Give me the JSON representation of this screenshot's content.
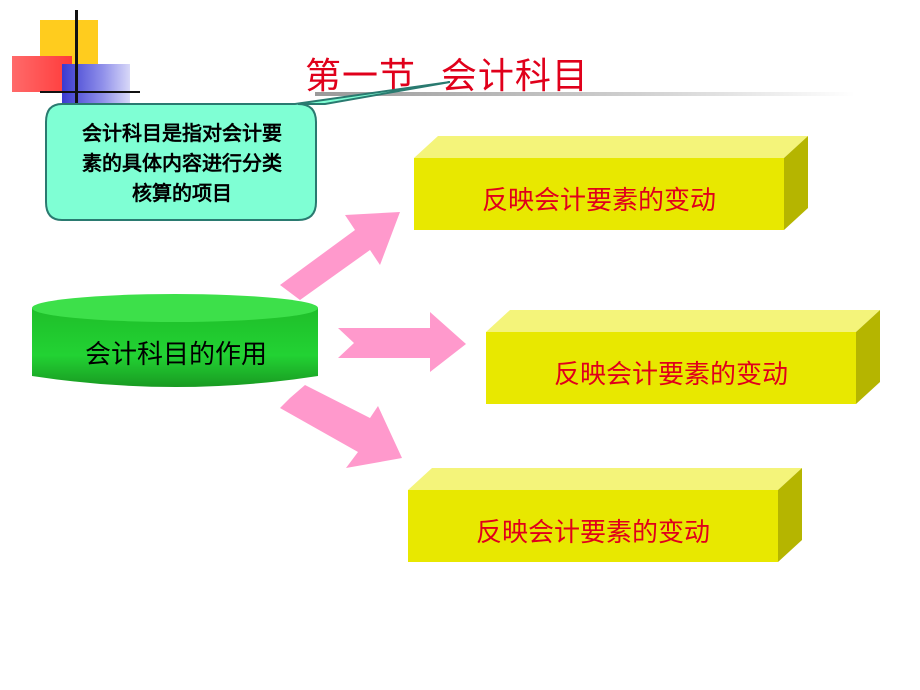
{
  "title": "第一节  会计科目",
  "callout": {
    "lines": [
      "会计科目是指对会计要",
      "素的具体内容进行分类",
      "核算的项目"
    ]
  },
  "center": {
    "label": "会计科目的作用"
  },
  "boxes": [
    {
      "label": "反映会计要素的变动"
    },
    {
      "label": "反映会计要素的变动"
    },
    {
      "label": "反映会计要素的变动"
    }
  ],
  "colors": {
    "title": "#e0001b",
    "callout_fill": "#7fffd4",
    "cylinder": "#22cc33",
    "box": "#e8e800",
    "arrow": "#ff99cc"
  }
}
